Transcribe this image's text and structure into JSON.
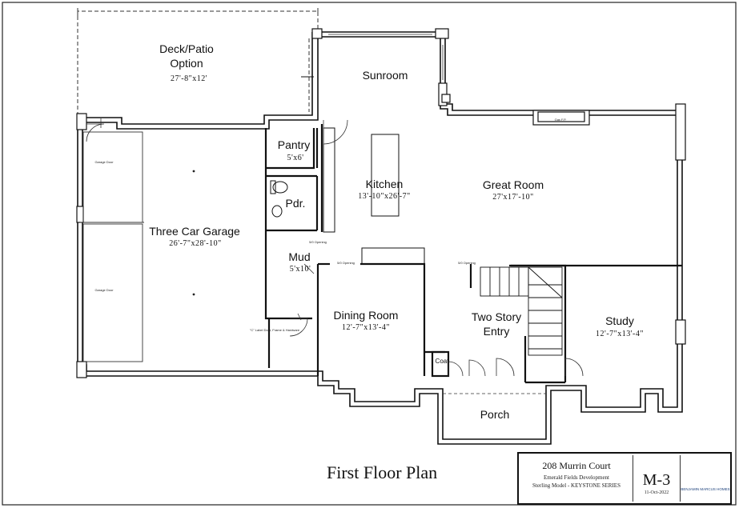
{
  "rooms": {
    "deck": {
      "name": "Deck/Patio",
      "option": "Option",
      "dims": "27'-8\"x12'"
    },
    "sunroom": {
      "name": "Sunroom"
    },
    "pantry": {
      "name": "Pantry",
      "dims": "5'x6'"
    },
    "kitchen": {
      "name": "Kitchen",
      "dims": "13'-10\"x26'-7\""
    },
    "great_room": {
      "name": "Great Room",
      "dims": "27'x17'-10\""
    },
    "powder": {
      "name": "Pdr."
    },
    "mud": {
      "name": "Mud",
      "dims": "5'x10'"
    },
    "garage": {
      "name": "Three Car Garage",
      "dims": "26'-7\"x28'-10\""
    },
    "dining": {
      "name": "Dining Room",
      "dims": "12'-7\"x13'-4\""
    },
    "entry": {
      "name": "Two Story",
      "name2": "Entry"
    },
    "study": {
      "name": "Study",
      "dims": "12'-7\"x13'-4\""
    },
    "coat": {
      "name": "Coat"
    },
    "porch": {
      "name": "Porch"
    }
  },
  "notes": {
    "garage_door_1": "Garage Door",
    "garage_door_2": "Garage Door",
    "gas_fp": "Gas F.P.",
    "fire_door": "\"C\" Label Door, Frame & Hardware",
    "opening_1": "5/0 Opening",
    "opening_2": "5/0 Opening",
    "opening_3": "5/0 Opening"
  },
  "plan_title": "First Floor Plan",
  "title_block": {
    "address": "208 Murrin Court",
    "development": "Emerald Fields Development",
    "model": "Sterling Model - KEYSTONE SERIES",
    "sheet": "M-3",
    "date": "11-Oct-2022",
    "company": "BENJAMIN MARCUS HOMES",
    "logo_icon": "building-columns-icon",
    "logo_color": "#1a3f7a"
  }
}
